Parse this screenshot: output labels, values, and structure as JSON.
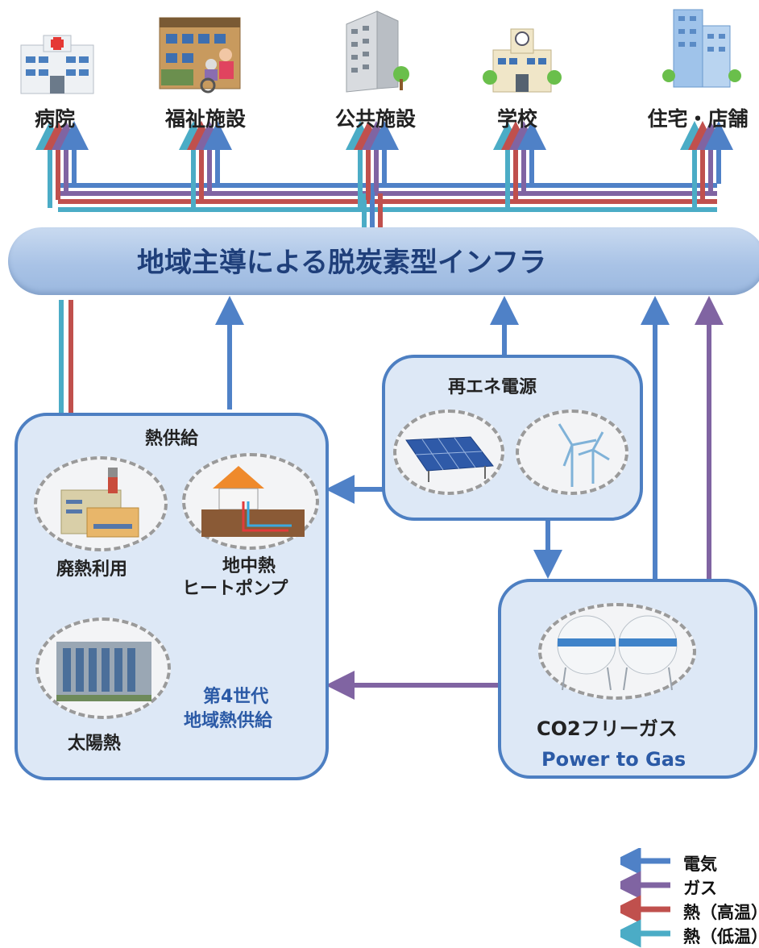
{
  "buildings": [
    {
      "label": "病院",
      "icon": "hospital-icon"
    },
    {
      "label": "福祉施設",
      "icon": "welfare-facility-icon"
    },
    {
      "label": "公共施設",
      "icon": "public-facility-icon"
    },
    {
      "label": "学校",
      "icon": "school-icon"
    },
    {
      "label": "住宅・店舗",
      "icon": "housing-shop-icon"
    }
  ],
  "infrastructure": {
    "label": "地域主導による脱炭素型インフラ"
  },
  "heat_supply": {
    "title": "熱供給",
    "waste_heat": "廃熱利用",
    "geothermal_line1": "地中熱",
    "geothermal_line2": "ヒートポンプ",
    "solar_thermal": "太陽熱",
    "gen4_line1": "第4世代",
    "gen4_line2": "地域熱供給"
  },
  "renewable": {
    "title": "再エネ電源"
  },
  "gas": {
    "title": "CO2フリーガス",
    "subtitle": "Power to Gas"
  },
  "legend": [
    {
      "label": "電気",
      "color": "#4f81c7"
    },
    {
      "label": "ガス",
      "color": "#8064a2"
    },
    {
      "label": "熱（高温）",
      "color": "#c0504d"
    },
    {
      "label": "熱（低温）",
      "color": "#4bacc6"
    }
  ],
  "colors": {
    "electricity": "#4f81c7",
    "gas": "#8064a2",
    "heat_high": "#c0504d",
    "heat_low": "#4bacc6",
    "box_border": "#4d7fc2"
  }
}
